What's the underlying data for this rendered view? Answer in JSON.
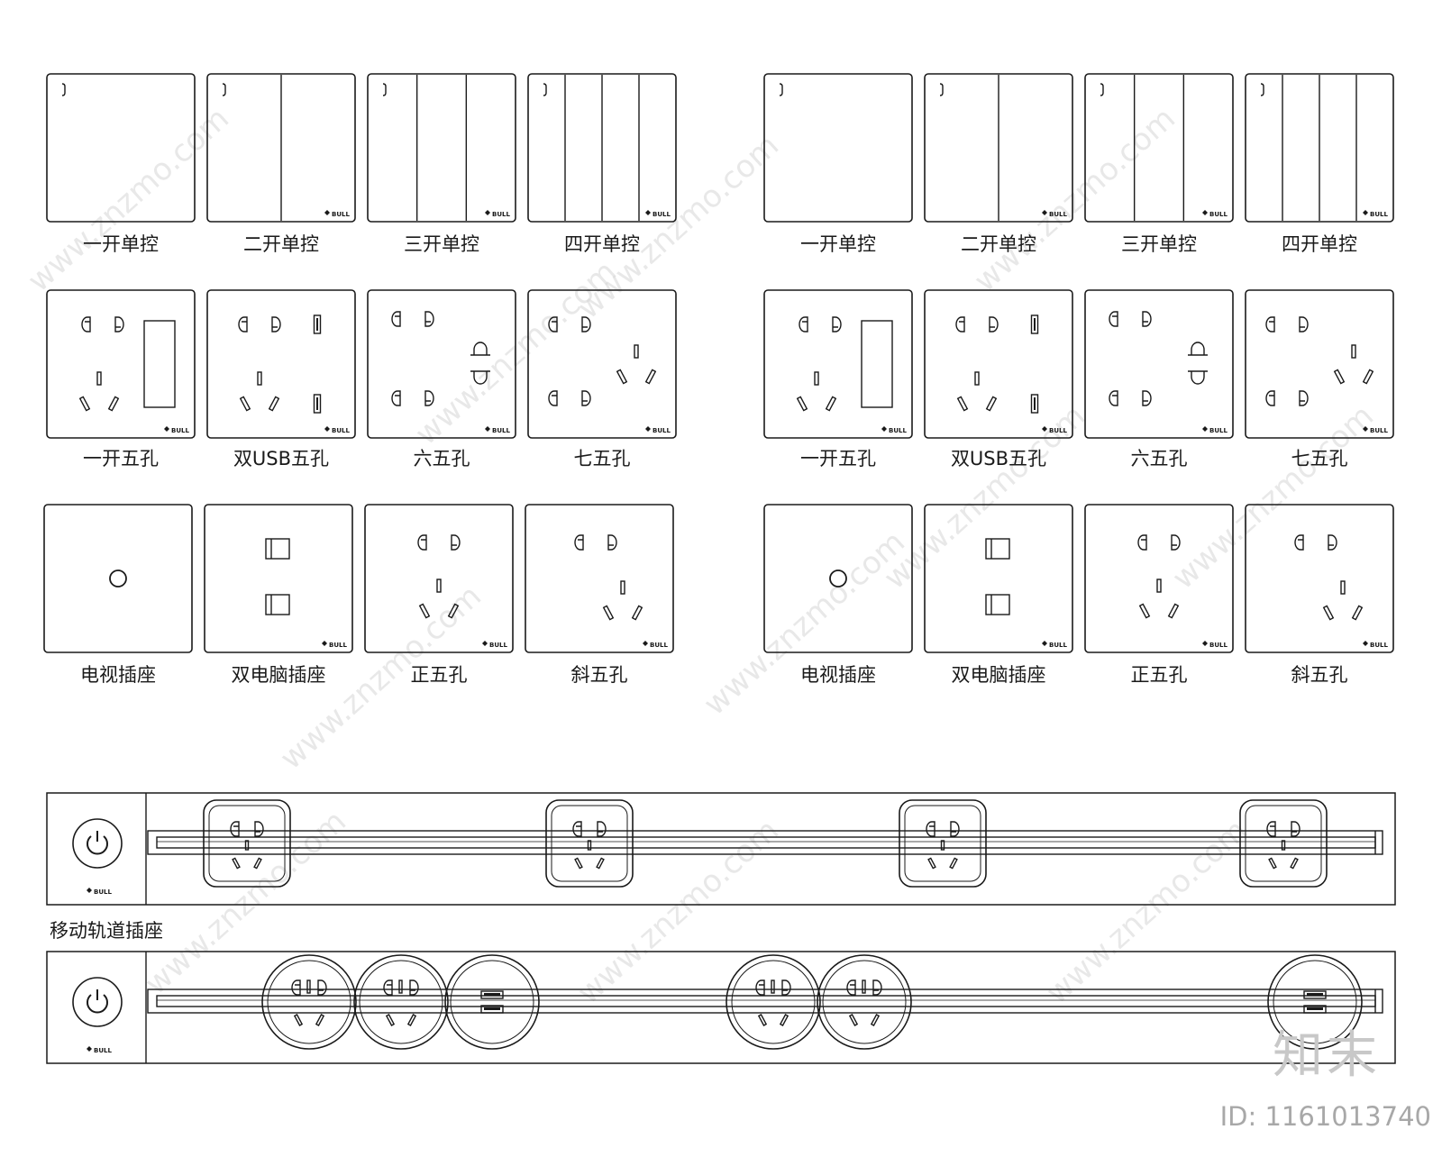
{
  "brand": "BULL",
  "colors": {
    "line": "#1a1a1a",
    "watermark": "#d6d6d6"
  },
  "panel_sets": [
    {
      "rows": [
        {
          "items": [
            {
              "label": "一开单控",
              "kind": "switch-1"
            },
            {
              "label": "二开单控",
              "kind": "switch-2"
            },
            {
              "label": "三开单控",
              "kind": "switch-3"
            },
            {
              "label": "四开单控",
              "kind": "switch-4"
            }
          ]
        },
        {
          "items": [
            {
              "label": "一开五孔",
              "kind": "switch-five-hole"
            },
            {
              "label": "双USB五孔",
              "kind": "usb-five-hole"
            },
            {
              "label": "六五孔",
              "kind": "six-hole"
            },
            {
              "label": "七五孔",
              "kind": "seven-hole"
            }
          ]
        },
        {
          "items": [
            {
              "label": "电视插座",
              "kind": "tv-socket"
            },
            {
              "label": "双电脑插座",
              "kind": "dual-network-socket"
            },
            {
              "label": "正五孔",
              "kind": "five-hole-straight"
            },
            {
              "label": "斜五孔",
              "kind": "five-hole-slant"
            }
          ]
        }
      ]
    },
    {
      "rows": [
        {
          "items": [
            {
              "label": "一开单控",
              "kind": "switch-1"
            },
            {
              "label": "二开单控",
              "kind": "switch-2"
            },
            {
              "label": "三开单控",
              "kind": "switch-3"
            },
            {
              "label": "四开单控",
              "kind": "switch-4"
            }
          ]
        },
        {
          "items": [
            {
              "label": "一开五孔",
              "kind": "switch-five-hole"
            },
            {
              "label": "双USB五孔",
              "kind": "usb-five-hole"
            },
            {
              "label": "六五孔",
              "kind": "six-hole"
            },
            {
              "label": "七五孔",
              "kind": "seven-hole"
            }
          ]
        },
        {
          "items": [
            {
              "label": "电视插座",
              "kind": "tv-socket"
            },
            {
              "label": "双电脑插座",
              "kind": "dual-network-socket"
            },
            {
              "label": "正五孔",
              "kind": "five-hole-straight"
            },
            {
              "label": "斜五孔",
              "kind": "five-hole-slant"
            }
          ]
        }
      ]
    }
  ],
  "track": {
    "title": "移动轨道插座",
    "strips": [
      {
        "modules": [
          "square-five-hole",
          "square-five-hole",
          "square-five-hole",
          "square-five-hole"
        ]
      },
      {
        "modules": [
          "round-five-hole",
          "round-five-hole",
          "round-usb",
          "round-five-hole",
          "round-five-hole",
          "round-usb"
        ]
      }
    ]
  },
  "watermark": {
    "logo": "知末",
    "id": "ID: 1161013740",
    "site": "www.znzmo.com"
  }
}
